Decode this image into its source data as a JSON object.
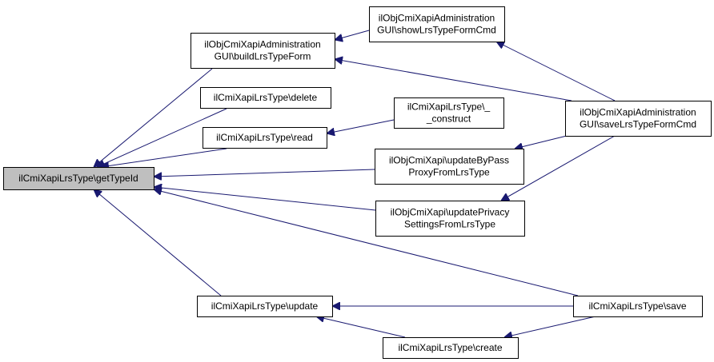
{
  "colors": {
    "edge": "#191970",
    "node_border": "#000000",
    "node_fill": "#ffffff",
    "highlight_fill": "#bfbfbf"
  },
  "nodes": {
    "gettypeid": {
      "lines": [
        "ilCmiXapiLrsType\\getTypeId"
      ],
      "highlight": true
    },
    "buildform": {
      "lines": [
        "ilObjCmiXapiAdministration",
        "GUI\\buildLrsTypeForm"
      ]
    },
    "showform": {
      "lines": [
        "ilObjCmiXapiAdministration",
        "GUI\\showLrsTypeFormCmd"
      ]
    },
    "saveform": {
      "lines": [
        "ilObjCmiXapiAdministration",
        "GUI\\saveLrsTypeFormCmd"
      ]
    },
    "delete": {
      "lines": [
        "ilCmiXapiLrsType\\delete"
      ]
    },
    "read": {
      "lines": [
        "ilCmiXapiLrsType\\read"
      ]
    },
    "construct": {
      "lines": [
        "ilCmiXapiLrsType\\_",
        "_construct"
      ]
    },
    "bypass": {
      "lines": [
        "ilObjCmiXapi\\updateByPass",
        "ProxyFromLrsType"
      ]
    },
    "privacy": {
      "lines": [
        "ilObjCmiXapi\\updatePrivacy",
        "SettingsFromLrsType"
      ]
    },
    "update": {
      "lines": [
        "ilCmiXapiLrsType\\update"
      ]
    },
    "save": {
      "lines": [
        "ilCmiXapiLrsType\\save"
      ]
    },
    "create": {
      "lines": [
        "ilCmiXapiLrsType\\create"
      ]
    }
  },
  "edges": [
    {
      "from": "buildform",
      "to": "gettypeid"
    },
    {
      "from": "delete",
      "to": "gettypeid"
    },
    {
      "from": "read",
      "to": "gettypeid"
    },
    {
      "from": "bypass",
      "to": "gettypeid"
    },
    {
      "from": "privacy",
      "to": "gettypeid"
    },
    {
      "from": "save",
      "to": "gettypeid"
    },
    {
      "from": "update",
      "to": "gettypeid"
    },
    {
      "from": "showform",
      "to": "buildform"
    },
    {
      "from": "saveform",
      "to": "buildform"
    },
    {
      "from": "construct",
      "to": "read"
    },
    {
      "from": "saveform",
      "to": "showform"
    },
    {
      "from": "saveform",
      "to": "bypass"
    },
    {
      "from": "saveform",
      "to": "privacy"
    },
    {
      "from": "save",
      "to": "update"
    },
    {
      "from": "create",
      "to": "update"
    },
    {
      "from": "save",
      "to": "create"
    }
  ]
}
